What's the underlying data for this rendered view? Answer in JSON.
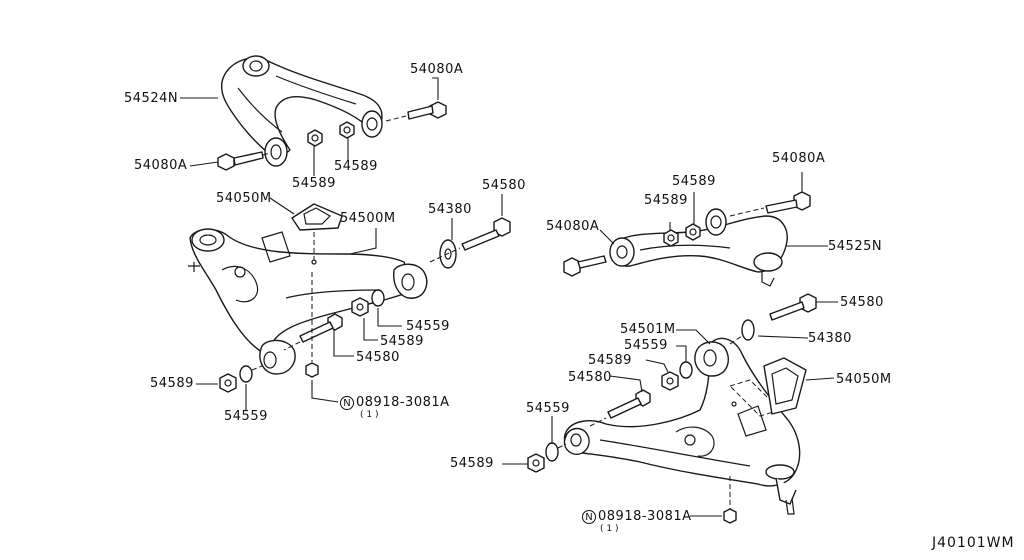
{
  "labels": {
    "p54524N": "54524N",
    "p54080A_1": "54080A",
    "p54080A_2": "54080A",
    "p54589_1": "54589",
    "p54589_2": "54589",
    "p54050M_1": "54050M",
    "p54500M": "54500M",
    "p54380_1": "54380",
    "p54580_1": "54580",
    "p54080A_3": "54080A",
    "p54589_3": "54589",
    "p54589_4": "54589",
    "p54080A_4": "54080A",
    "p54525N": "54525N",
    "p54580_2": "54580",
    "p54380_2": "54380",
    "p54501M": "54501M",
    "p54559_1": "54559",
    "p54589_5": "54589",
    "p54580_3": "54580",
    "p54050M_2": "54050M",
    "p54559_2": "54559",
    "p54589_6": "54589",
    "p54559_3": "54559",
    "p54589_7": "54589",
    "p54580_4": "54580",
    "p54589_8": "54589",
    "p54559_4": "54559",
    "p08918_1": "08918-3081A",
    "q1": "( 1 )",
    "p08918_2": "08918-3081A",
    "q2": "( 1 )",
    "n_mark_1": "N",
    "n_mark_2": "N"
  },
  "drawing_code": "J40101WM"
}
